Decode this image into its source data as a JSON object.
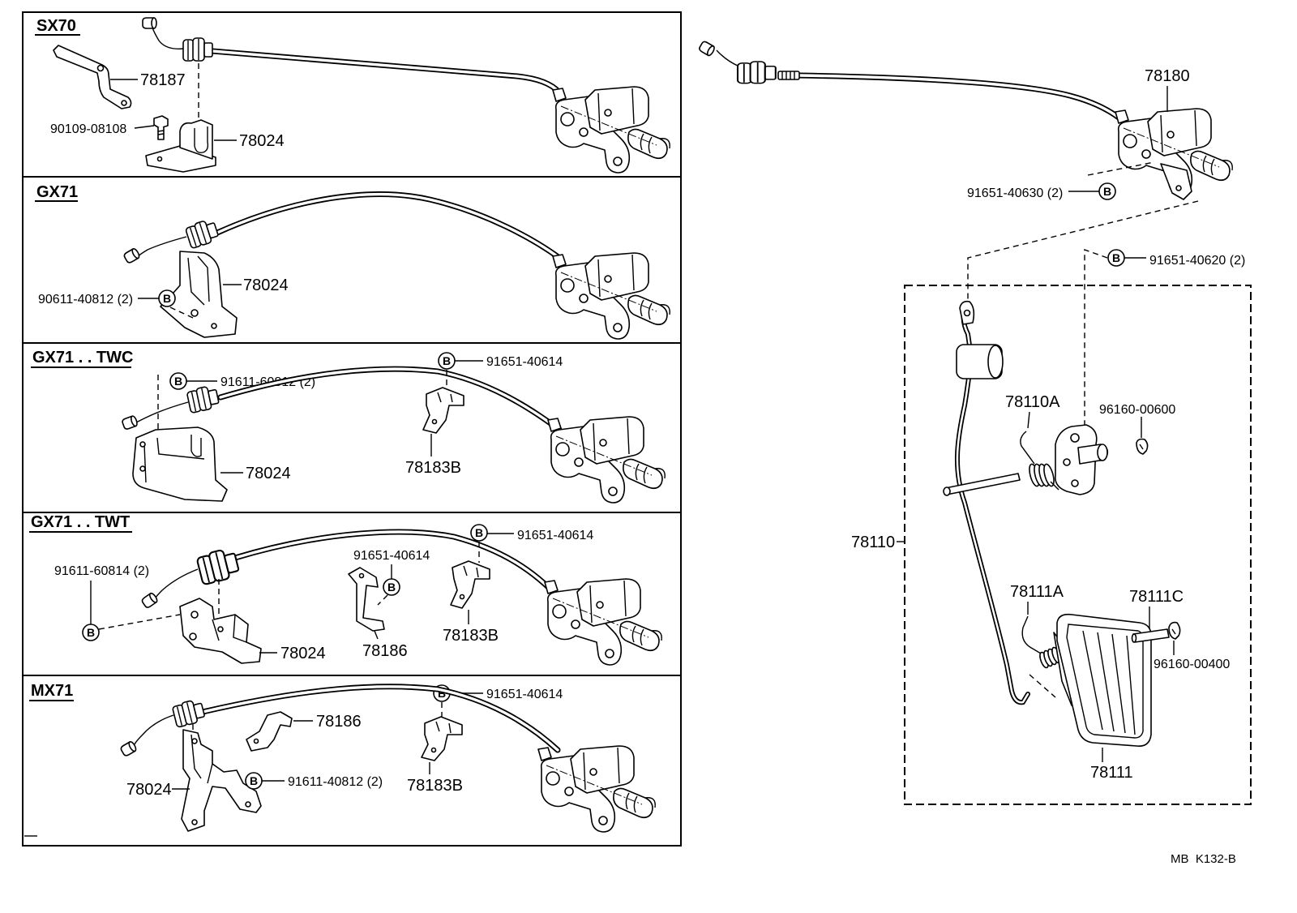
{
  "marker_letter": "B",
  "variants": [
    {
      "title": "SX70",
      "callouts": {
        "bracket": "78187",
        "bolt": "90109-08108",
        "cable_support": "78024"
      }
    },
    {
      "title": "GX71",
      "callouts": {
        "cable_support": "78024",
        "bolt": "90611-40812 (2)"
      }
    },
    {
      "title": "GX71 . . TWC",
      "callouts": {
        "clip_bolt": "91651-40614",
        "support_bolt": "91611-60812 (2)",
        "cable_support": "78024",
        "clip": "78183B"
      }
    },
    {
      "title": "GX71 . . TWT",
      "callouts": {
        "clip_bolt": "91651-40614",
        "support_bolt": "91611-60814 (2)",
        "bracket_bolt": "91651-40614",
        "cable_support": "78024",
        "bracket": "78186",
        "clip": "78183B"
      }
    },
    {
      "title": "MX71",
      "callouts": {
        "clip_bolt": "91651-40614",
        "bracket": "78186",
        "support_bolt": "91611-40812 (2)",
        "cable_support": "78024",
        "clip": "78183B"
      }
    }
  ],
  "main": {
    "cable": "78180",
    "cable_bolt": "91651-40630 (2)",
    "pedal_bolt": "91651-40620 (2)",
    "spring": "78110A",
    "clip_upper": "96160-00600",
    "pedal_assembly": "78110",
    "pad_spring": "78111A",
    "pad_pin": "78111C",
    "clip_lower": "96160-00400",
    "pad": "78111"
  },
  "diagram_code": "MB  K132-B"
}
